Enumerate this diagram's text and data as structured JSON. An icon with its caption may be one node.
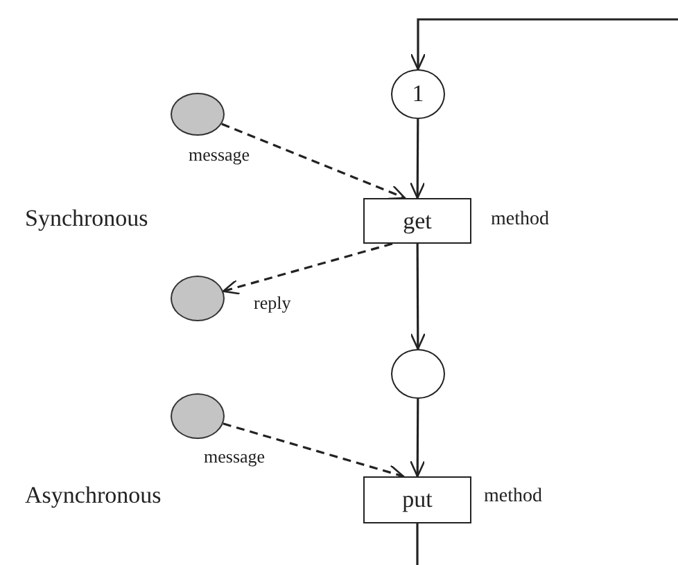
{
  "diagram": {
    "nodes": [
      {
        "text": [
          "1"
        ]
      },
      {
        "text": [
          "get"
        ],
        "beside": [
          "method"
        ]
      },
      {
        "text": [],
        "shape": "circle"
      },
      {
        "text": [
          "put"
        ],
        "beside": [
          "method"
        ]
      },
      {
        "text": [],
        "shape": "circle",
        "beside": [
          "message"
        ]
      },
      {
        "text": [],
        "shape": "circle",
        "beside": [
          "reply"
        ]
      },
      {
        "text": [],
        "shape": "circle",
        "beside": [
          "message"
        ]
      }
    ],
    "edges": [
      {
        "from": null,
        "to": 0,
        "arrow": "to"
      },
      {
        "from": 0,
        "to": 1,
        "arrow": "to"
      },
      {
        "from": 4,
        "to": 1,
        "arrow": "to",
        "style": "dashed"
      },
      {
        "from": 1,
        "to": 5,
        "arrow": "to",
        "style": "dashed"
      },
      {
        "from": 1,
        "to": 2,
        "arrow": "to"
      },
      {
        "from": 6,
        "to": 3,
        "arrow": "to",
        "style": "dashed"
      },
      {
        "from": 2,
        "to": 3,
        "arrow": "to"
      },
      {
        "from": 3,
        "to": null,
        "arrow": "none"
      }
    ],
    "labels": [
      "Synchronous",
      "Asynchronous"
    ]
  }
}
